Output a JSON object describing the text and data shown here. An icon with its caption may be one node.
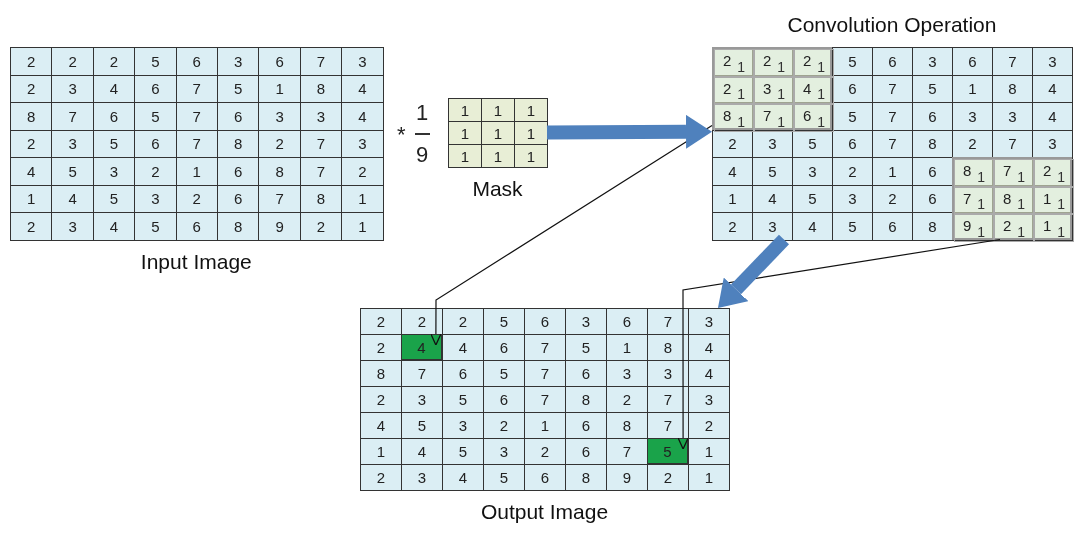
{
  "diagram": {
    "nodes": [
      {
        "text": [
          "Input Image"
        ]
      },
      {
        "text": [
          "Mask"
        ]
      },
      {
        "text": [
          "Convolution Operation"
        ]
      },
      {
        "text": [
          "Output Image"
        ]
      },
      {
        "text": [],
        "shape": "box",
        "in": 2
      },
      {
        "text": [],
        "shape": "box",
        "in": 2
      },
      {
        "text": [
          "4"
        ],
        "in": 3
      },
      {
        "text": [
          "5"
        ],
        "in": 3
      }
    ],
    "edges": [
      {
        "from": 4,
        "to": 6,
        "arrow": "to"
      },
      {
        "from": 5,
        "to": 7,
        "arrow": "to"
      },
      {
        "from": 1,
        "to": 2,
        "arrow": "to",
        "style": "thick",
        "color": "#4f81bd"
      },
      {
        "from": 2,
        "to": 3,
        "arrow": "to",
        "style": "thick",
        "color": "#4f81bd"
      }
    ],
    "labels": [
      "2",
      "2",
      "2",
      "5",
      "6",
      "3",
      "6",
      "7",
      "3",
      "2",
      "3",
      "4",
      "6",
      "7",
      "5",
      "1",
      "8",
      "4",
      "8",
      "7",
      "6",
      "5",
      "7",
      "6",
      "3",
      "3",
      "4",
      "2",
      "3",
      "5",
      "6",
      "7",
      "8",
      "2",
      "7",
      "3",
      "4",
      "5",
      "3",
      "2",
      "1",
      "6",
      "8",
      "7",
      "2",
      "1",
      "4",
      "5",
      "3",
      "2",
      "6",
      "7",
      "8",
      "1",
      "2",
      "3",
      "4",
      "5",
      "6",
      "8",
      "9",
      "2",
      "1",
      "*",
      "1",
      "9",
      "1",
      "1",
      "1",
      "1",
      "1",
      "1",
      "1",
      "1",
      "1",
      "2",
      "1",
      "2",
      "1",
      "2",
      "1",
      "5",
      "6",
      "3",
      "6",
      "7",
      "3",
      "2",
      "1",
      "3",
      "1",
      "4",
      "1",
      "6",
      "7",
      "5",
      "1",
      "8",
      "4",
      "8",
      "1",
      "7",
      "1",
      "6",
      "1",
      "5",
      "7",
      "6",
      "3",
      "3",
      "4",
      "2",
      "3",
      "5",
      "6",
      "7",
      "8",
      "2",
      "7",
      "3",
      "4",
      "5",
      "3",
      "2",
      "1",
      "6",
      "8",
      "1",
      "7",
      "1",
      "2",
      "1",
      "1",
      "4",
      "5",
      "3",
      "2",
      "6",
      "7",
      "1",
      "8",
      "1",
      "1",
      "1",
      "2",
      "3",
      "4",
      "5",
      "6",
      "8",
      "9",
      "1",
      "2",
      "1",
      "1",
      "1",
      "2",
      "2",
      "2",
      "5",
      "6",
      "3",
      "6",
      "7",
      "3",
      "2",
      "4",
      "6",
      "7",
      "5",
      "1",
      "8",
      "4",
      "8",
      "7",
      "6",
      "5",
      "7",
      "6",
      "3",
      "3",
      "4",
      "2",
      "3",
      "5",
      "6",
      "7",
      "8",
      "2",
      "7",
      "3",
      "4",
      "5",
      "3",
      "2",
      "1",
      "6",
      "8",
      "7",
      "2",
      "1",
      "4",
      "5",
      "3",
      "2",
      "6",
      "7",
      "1",
      "2",
      "3",
      "4",
      "5",
      "6",
      "8",
      "9",
      "2",
      "1"
    ]
  }
}
